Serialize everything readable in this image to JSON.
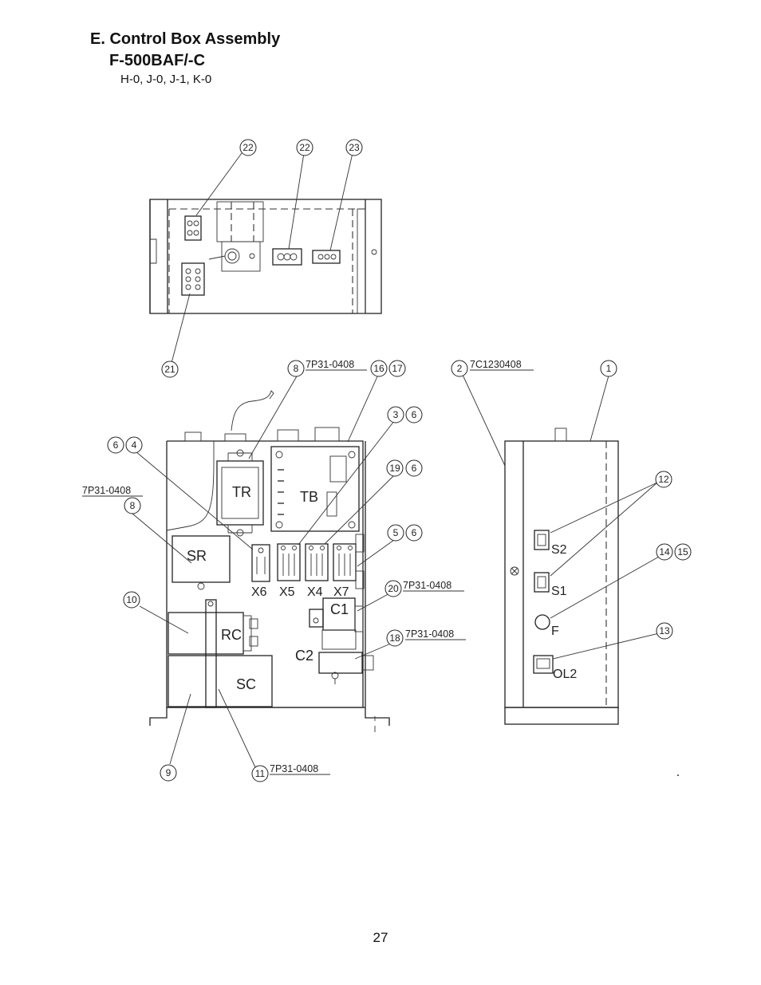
{
  "header": {
    "section_title": "E. Control Box Assembly",
    "model": "F-500BAF/-C",
    "revisions": "H-0, J-0, J-1, K-0"
  },
  "footer": {
    "page_number": "27"
  },
  "part_numbers": {
    "p8": "7P31-0408",
    "p8_left": "7P31-0408",
    "p2": "7C1230408",
    "p20": "7P31-0408",
    "p18": "7P31-0408",
    "p11": "7P31-0408"
  },
  "component_labels": {
    "tr": "TR",
    "tb": "TB",
    "sr": "SR",
    "rc": "RC",
    "sc": "SC",
    "x6": "X6",
    "x5": "X5",
    "x4": "X4",
    "x7": "X7",
    "c1": "C1",
    "c2": "C2",
    "s2": "S2",
    "s1": "S1",
    "f": "F",
    "ol2": "OL2"
  },
  "callouts": {
    "c22a": "22",
    "c22b": "22",
    "c23": "23",
    "c21": "21",
    "c8": "8",
    "c16": "16",
    "c17": "17",
    "c2": "2",
    "c1": "1",
    "c3": "3",
    "c6a": "6",
    "c6b": "6",
    "c4": "4",
    "c8b": "8",
    "c19": "19",
    "c6c": "6",
    "c5": "5",
    "c6d": "6",
    "c12": "12",
    "c14": "14",
    "c15": "15",
    "c10": "10",
    "c20": "20",
    "c18": "18",
    "c13": "13",
    "c9": "9",
    "c11": "11"
  }
}
